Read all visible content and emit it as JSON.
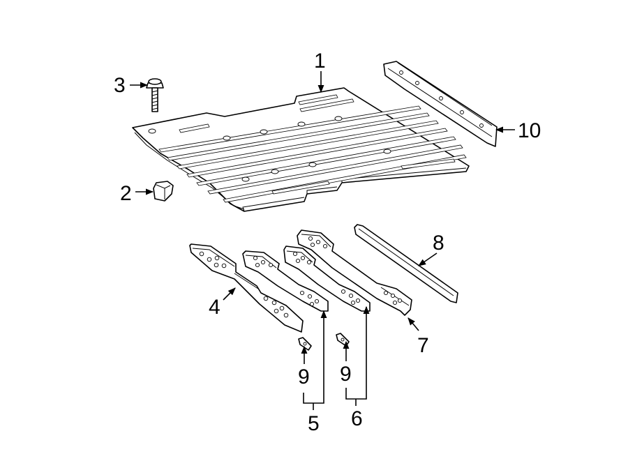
{
  "callouts": {
    "c1": "1",
    "c2": "2",
    "c3": "3",
    "c4": "4",
    "c5": "5",
    "c6": "6",
    "c7": "7",
    "c8": "8",
    "c9a": "9",
    "c9b": "9",
    "c10": "10"
  }
}
